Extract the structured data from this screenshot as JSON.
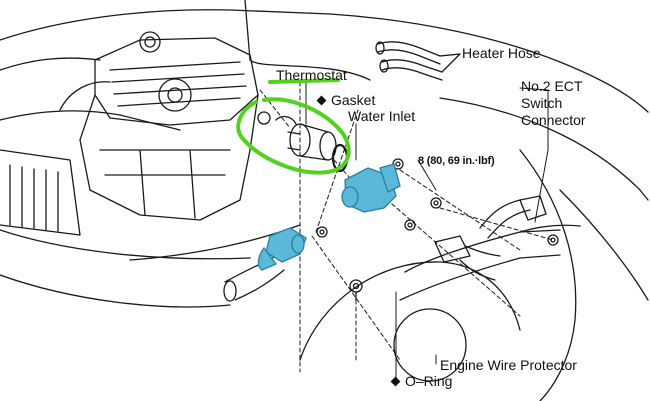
{
  "labels": {
    "heater_hose": "Heater Hose",
    "ect_line1": "No.2 ECT",
    "ect_line2": "Switch",
    "ect_line3": "Connector",
    "thermostat": "Thermostat",
    "gasket": "Gasket",
    "water_inlet": "Water Inlet",
    "torque_spec": "8 (80, 69 in.·lbf)",
    "o_ring": "O–Ring",
    "engine_wire_protector": "Engine Wire Protector"
  },
  "colors": {
    "line": "#1a1a1a",
    "highlight_green": "#52d11e",
    "part_blue": "#5bb8d8",
    "part_blue_dark": "#2a7fa0"
  }
}
